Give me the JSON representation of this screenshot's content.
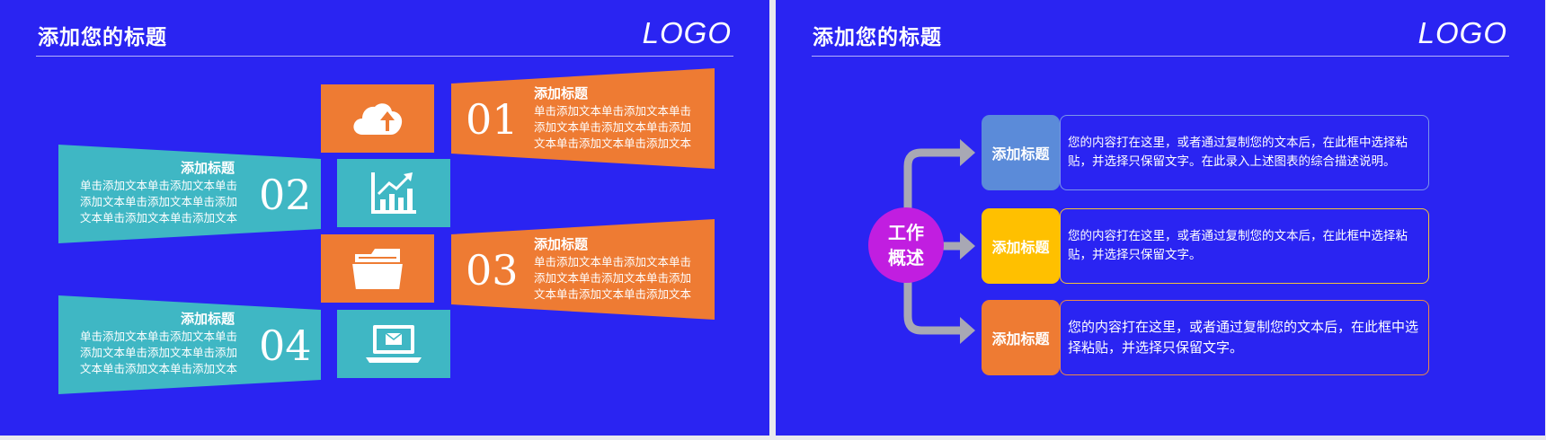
{
  "left": {
    "title": "添加您的标题",
    "logo": "LOGO",
    "items": [
      {
        "num": "01",
        "title": "添加标题",
        "body": "单击添加文本单击添加文本单击添加文本单击添加文本单击添加文本单击添加文本单击添加文本"
      },
      {
        "num": "02",
        "title": "添加标题",
        "body": "单击添加文本单击添加文本单击添加文本单击添加文本单击添加文本单击添加文本单击添加文本"
      },
      {
        "num": "03",
        "title": "添加标题",
        "body": "单击添加文本单击添加文本单击添加文本单击添加文本单击添加文本单击添加文本单击添加文本"
      },
      {
        "num": "04",
        "title": "添加标题",
        "body": "单击添加文本单击添加文本单击添加文本单击添加文本单击添加文本单击添加文本单击添加文本"
      }
    ],
    "icons": [
      "cloud-upload-icon",
      "chart-icon",
      "folder-icon",
      "laptop-mail-icon"
    ],
    "colors": {
      "orange": "#ee7b33",
      "teal": "#3fb7c4",
      "background": "#2a24f2"
    }
  },
  "right": {
    "title": "添加您的标题",
    "logo": "LOGO",
    "center": {
      "line1": "工作",
      "line2": "概述"
    },
    "rows": [
      {
        "label": "添加标题",
        "text": "您的内容打在这里，或者通过复制您的文本后，在此框中选择粘贴，并选择只保留文字。在此录入上述图表的综合描述说明。",
        "color": "#5b8bd9",
        "border": "#7b95e8"
      },
      {
        "label": "添加标题",
        "text": "您的内容打在这里，或者通过复制您的文本后，在此框中选择粘贴，并选择只保留文字。",
        "color": "#ffc000",
        "border": "#f2c23a"
      },
      {
        "label": "添加标题",
        "text": "您的内容打在这里，或者通过复制您的文本后，在此框中选择粘贴，并选择只保留文字。",
        "color": "#ee7b33",
        "border": "#ee8a45"
      }
    ],
    "colors": {
      "center": "#c11ee0",
      "arrow": "#a8a8b4"
    }
  }
}
